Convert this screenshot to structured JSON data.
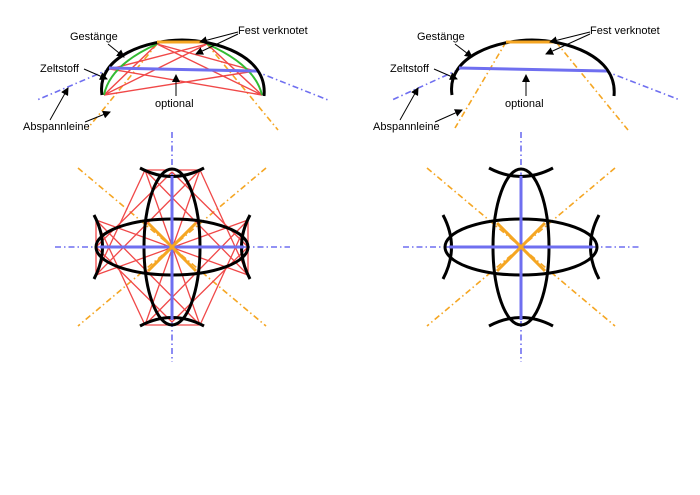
{
  "labels": {
    "pole": "Gestänge",
    "fixed_knot": "Fest verknotet",
    "fabric": "Zeltstoff",
    "optional": "optional",
    "guy_line": "Abspannleine"
  },
  "colors": {
    "pole": "#000000",
    "fixed": "#f5a623",
    "guy": "#f5a623",
    "optional": "#6f6ff0",
    "fabric_red": "#f04848",
    "fabric_green": "#33bb33",
    "arrow": "#000000"
  }
}
